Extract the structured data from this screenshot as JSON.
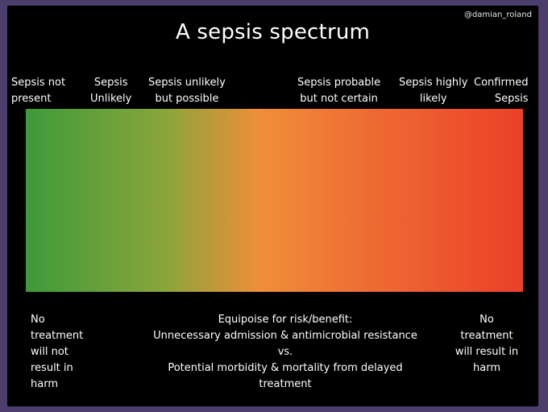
{
  "handle": "@damian_roland",
  "title": "A sepsis spectrum",
  "categories": [
    "Sepsis not\npresent",
    "Sepsis\nUnlikely",
    "Sepsis unlikely\nbut possible",
    "Sepsis probable\nbut not certain",
    "Sepsis highly\nlikely",
    "Confirmed\nSepsis"
  ],
  "gradient": {
    "start_color": "#3d9a3a",
    "mid_color": "#ef8e3a",
    "end_color": "#ea4028"
  },
  "notes": {
    "left": "No\ntreatment\nwill not\nresult in\nharm",
    "center": "Equipoise for risk/benefit:\nUnnecessary admission & antimicrobial resistance\nvs.\nPotential morbidity & mortality from delayed\ntreatment",
    "right": "No\ntreatment\nwill result in\nharm"
  }
}
